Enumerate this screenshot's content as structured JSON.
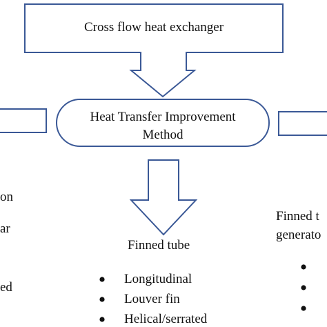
{
  "top_box": {
    "label": "Cross flow heat exchanger"
  },
  "center_node": {
    "line1": "Heat Transfer Improvement",
    "line2": "Method"
  },
  "center_branch": {
    "title": "Finned tube",
    "items": [
      "Longitudinal",
      "Louver fin",
      "Helical/serrated"
    ]
  },
  "left_branch_fragments": [
    "on",
    "ar",
    "ed"
  ],
  "right_branch_fragments": [
    "Finned t",
    "generato"
  ],
  "colors": {
    "stroke": "#3a5896",
    "text": "#111111",
    "background": "#ffffff"
  }
}
